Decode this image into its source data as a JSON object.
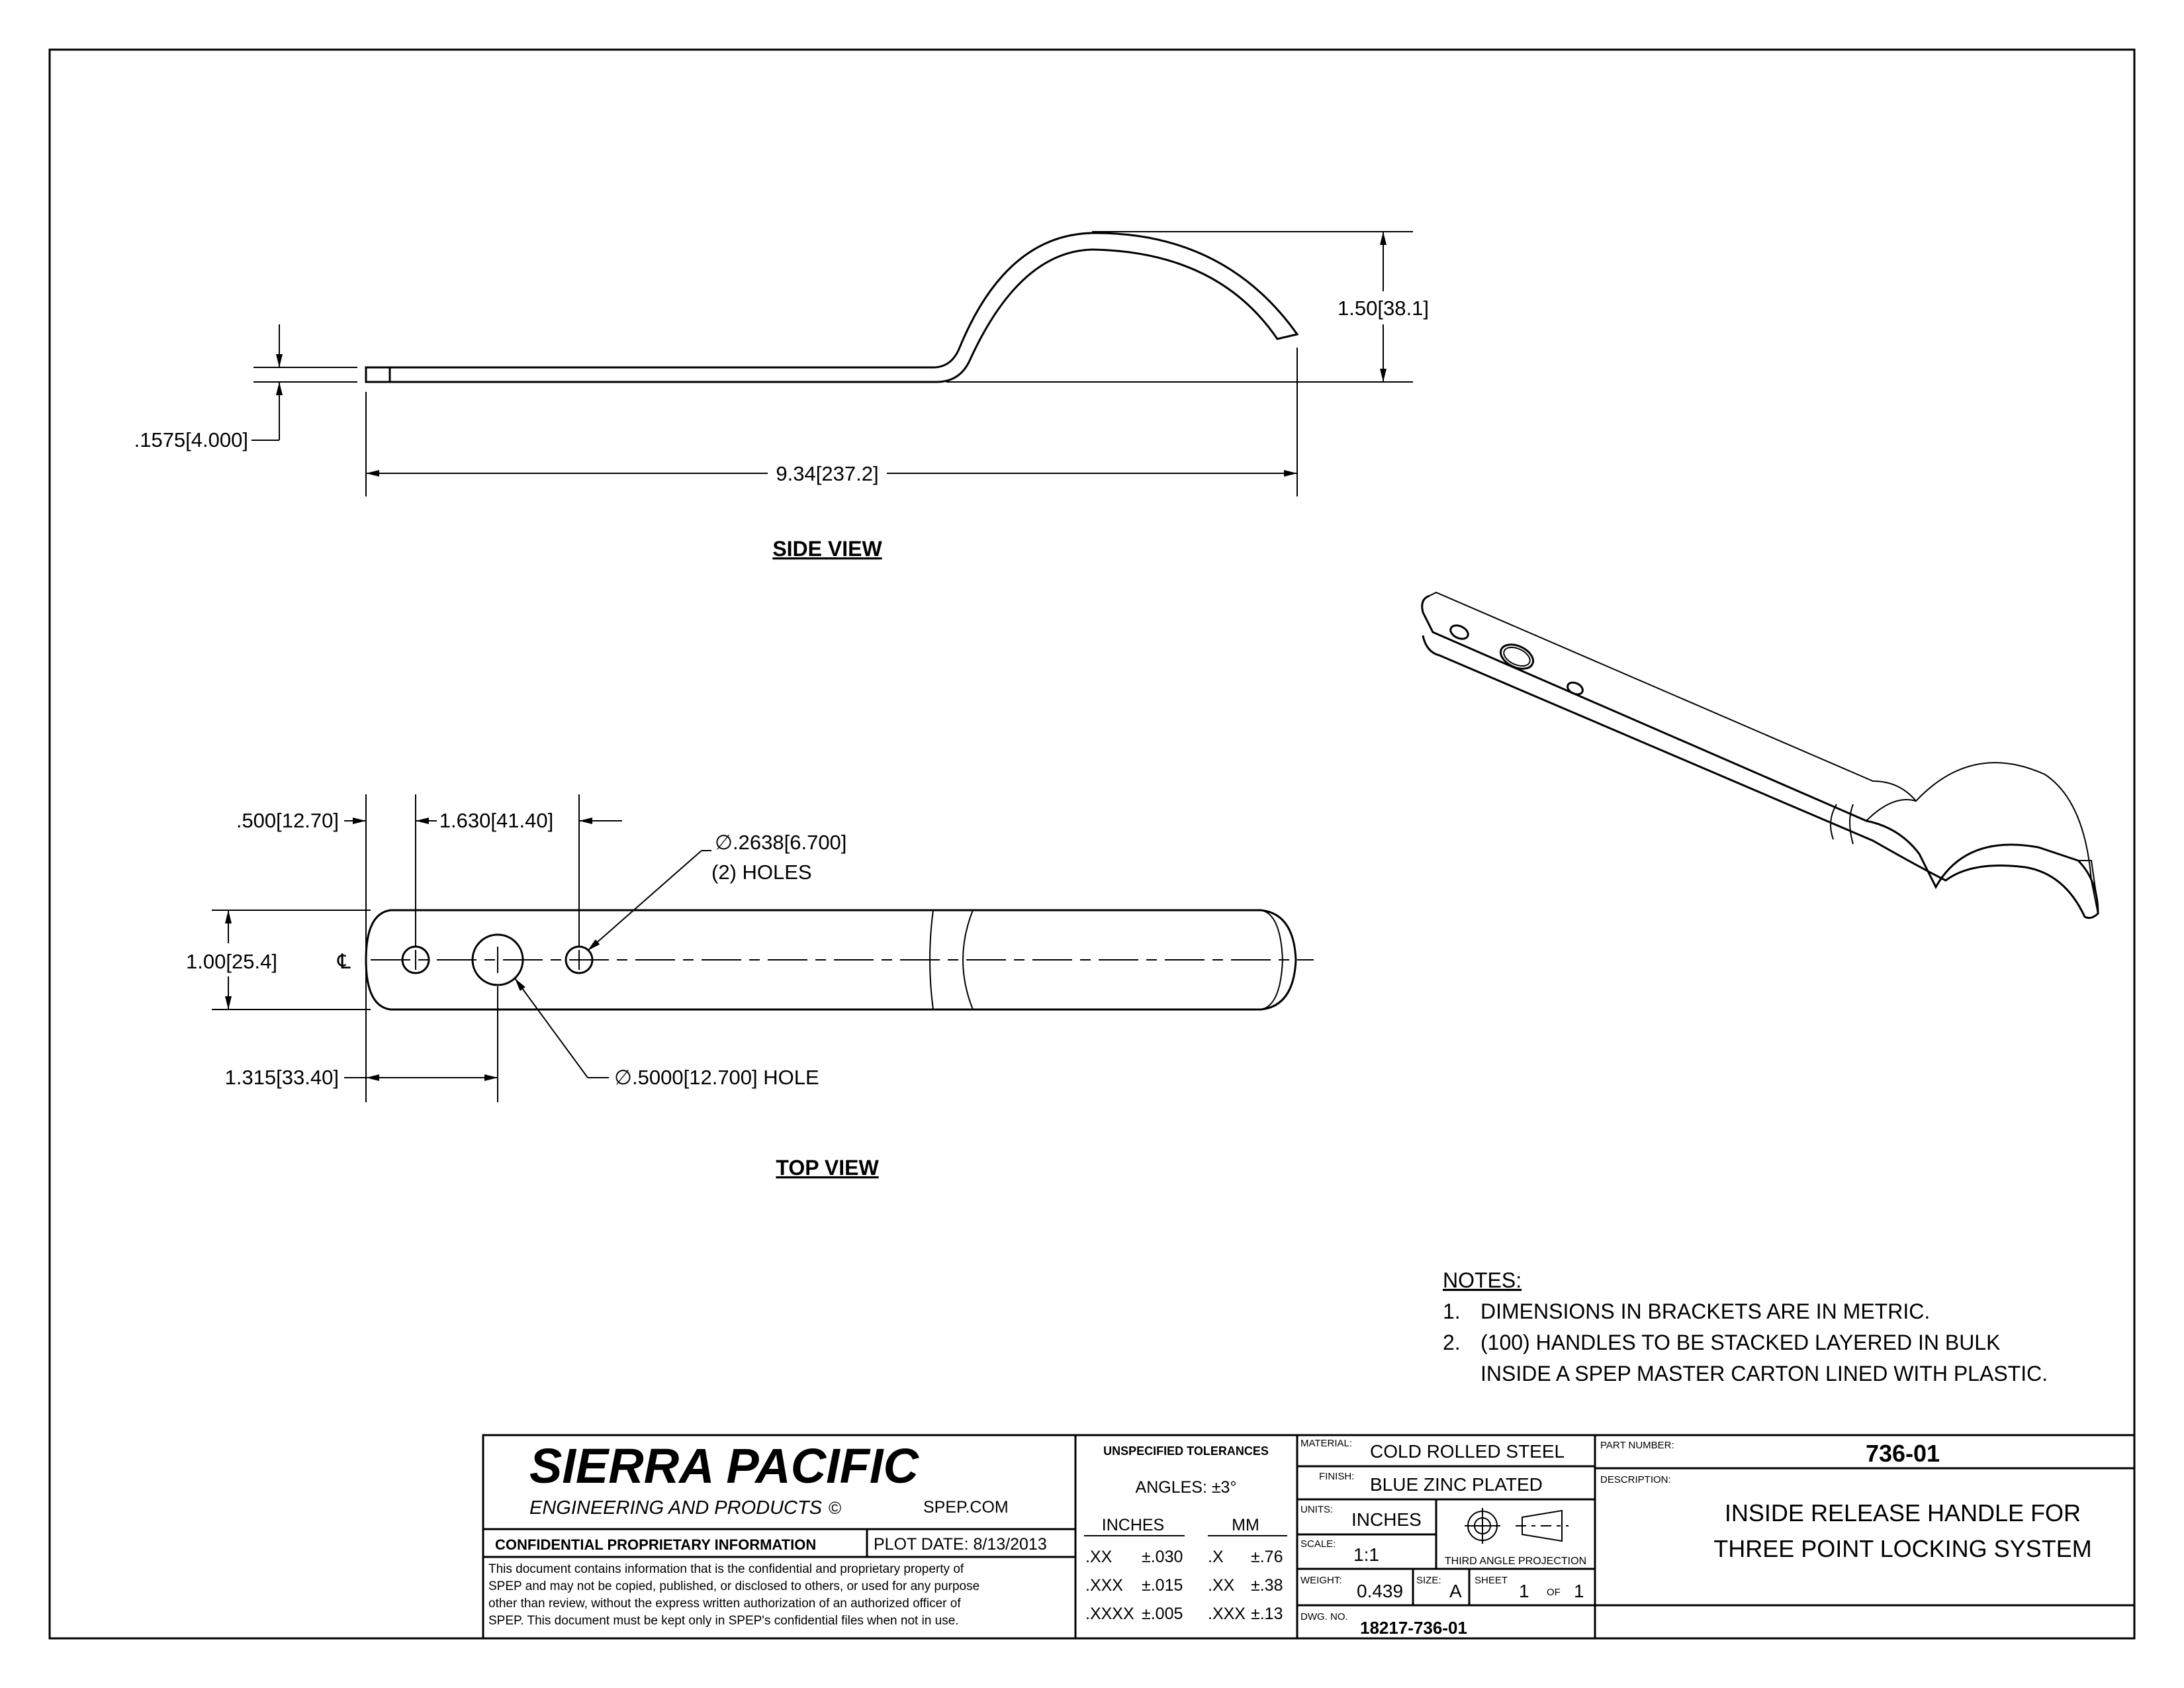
{
  "views": {
    "side_view": {
      "label": "SIDE VIEW",
      "thickness": ".1575",
      "thickness_mm": "4.000",
      "length": "9.34",
      "length_mm": "237.2",
      "height": "1.50",
      "height_mm": "38.1"
    },
    "top_view": {
      "label": "TOP VIEW",
      "hole1_offset": ".500",
      "hole1_offset_mm": "12.70",
      "hole_spacing": "1.630",
      "hole_spacing_mm": "41.40",
      "small_hole_dia": "∅.2638",
      "small_hole_dia_mm": "6.700",
      "small_hole_count": "(2) HOLES",
      "width": "1.00",
      "width_mm": "25.4",
      "centerline": "℄",
      "big_hole_offset": "1.315",
      "big_hole_offset_mm": "33.40",
      "big_hole_dia": "∅.5000",
      "big_hole_dia_mm": "12.700",
      "big_hole_suffix": "HOLE"
    }
  },
  "notes": {
    "title": "NOTES:",
    "items": [
      {
        "num": "1.",
        "lines": [
          "DIMENSIONS IN BRACKETS ARE IN METRIC."
        ]
      },
      {
        "num": "2.",
        "lines": [
          "(100) HANDLES TO BE STACKED LAYERED IN BULK",
          "INSIDE A SPEP MASTER CARTON LINED WITH PLASTIC."
        ]
      }
    ]
  },
  "title_block": {
    "company": "SIERRA PACIFIC",
    "company_sub": "ENGINEERING AND PRODUCTS",
    "copyright": "©",
    "website": "SPEP.COM",
    "confidential_label": "CONFIDENTIAL PROPRIETARY INFORMATION",
    "plot_date": "PLOT DATE: 8/13/2013",
    "confidential_text": [
      "This document contains information that is the confidential and proprietary property of",
      "SPEP and may not be copied, published, or disclosed to others, or used for any purpose",
      "other than review, without the express written authorization of an authorized officer of",
      "SPEP. This document must be kept only in SPEP's confidential files when not in use."
    ],
    "tolerances": {
      "header": "UNSPECIFIED TOLERANCES",
      "angles": "ANGLES: ±3°",
      "inches_label": "INCHES",
      "mm_label": "MM",
      "rows": [
        {
          "in_place": ".XX",
          "in_tol": "±.030",
          "mm_place": ".X",
          "mm_tol": "±.76"
        },
        {
          "in_place": ".XXX",
          "in_tol": "±.015",
          "mm_place": ".XX",
          "mm_tol": "±.38"
        },
        {
          "in_place": ".XXXX",
          "in_tol": "±.005",
          "mm_place": ".XXX",
          "mm_tol": "±.13"
        }
      ]
    },
    "material_label": "MATERIAL:",
    "material": "COLD ROLLED STEEL",
    "finish_label": "FINISH:",
    "finish": "BLUE ZINC PLATED",
    "units_label": "UNITS:",
    "units": "INCHES",
    "projection": "THIRD ANGLE PROJECTION",
    "scale_label": "SCALE:",
    "scale": "1:1",
    "weight_label": "WEIGHT:",
    "weight": "0.439",
    "size_label": "SIZE:",
    "size": "A",
    "sheet_label": "SHEET",
    "sheet_num": "1",
    "of_label": "OF",
    "sheet_total": "1",
    "dwg_label": "DWG. NO.",
    "dwg_no": "18217-736-01",
    "part_number_label": "PART NUMBER:",
    "part_number": "736-01",
    "description_label": "DESCRIPTION:",
    "description": [
      "INSIDE RELEASE HANDLE FOR",
      "THREE POINT LOCKING SYSTEM"
    ]
  }
}
